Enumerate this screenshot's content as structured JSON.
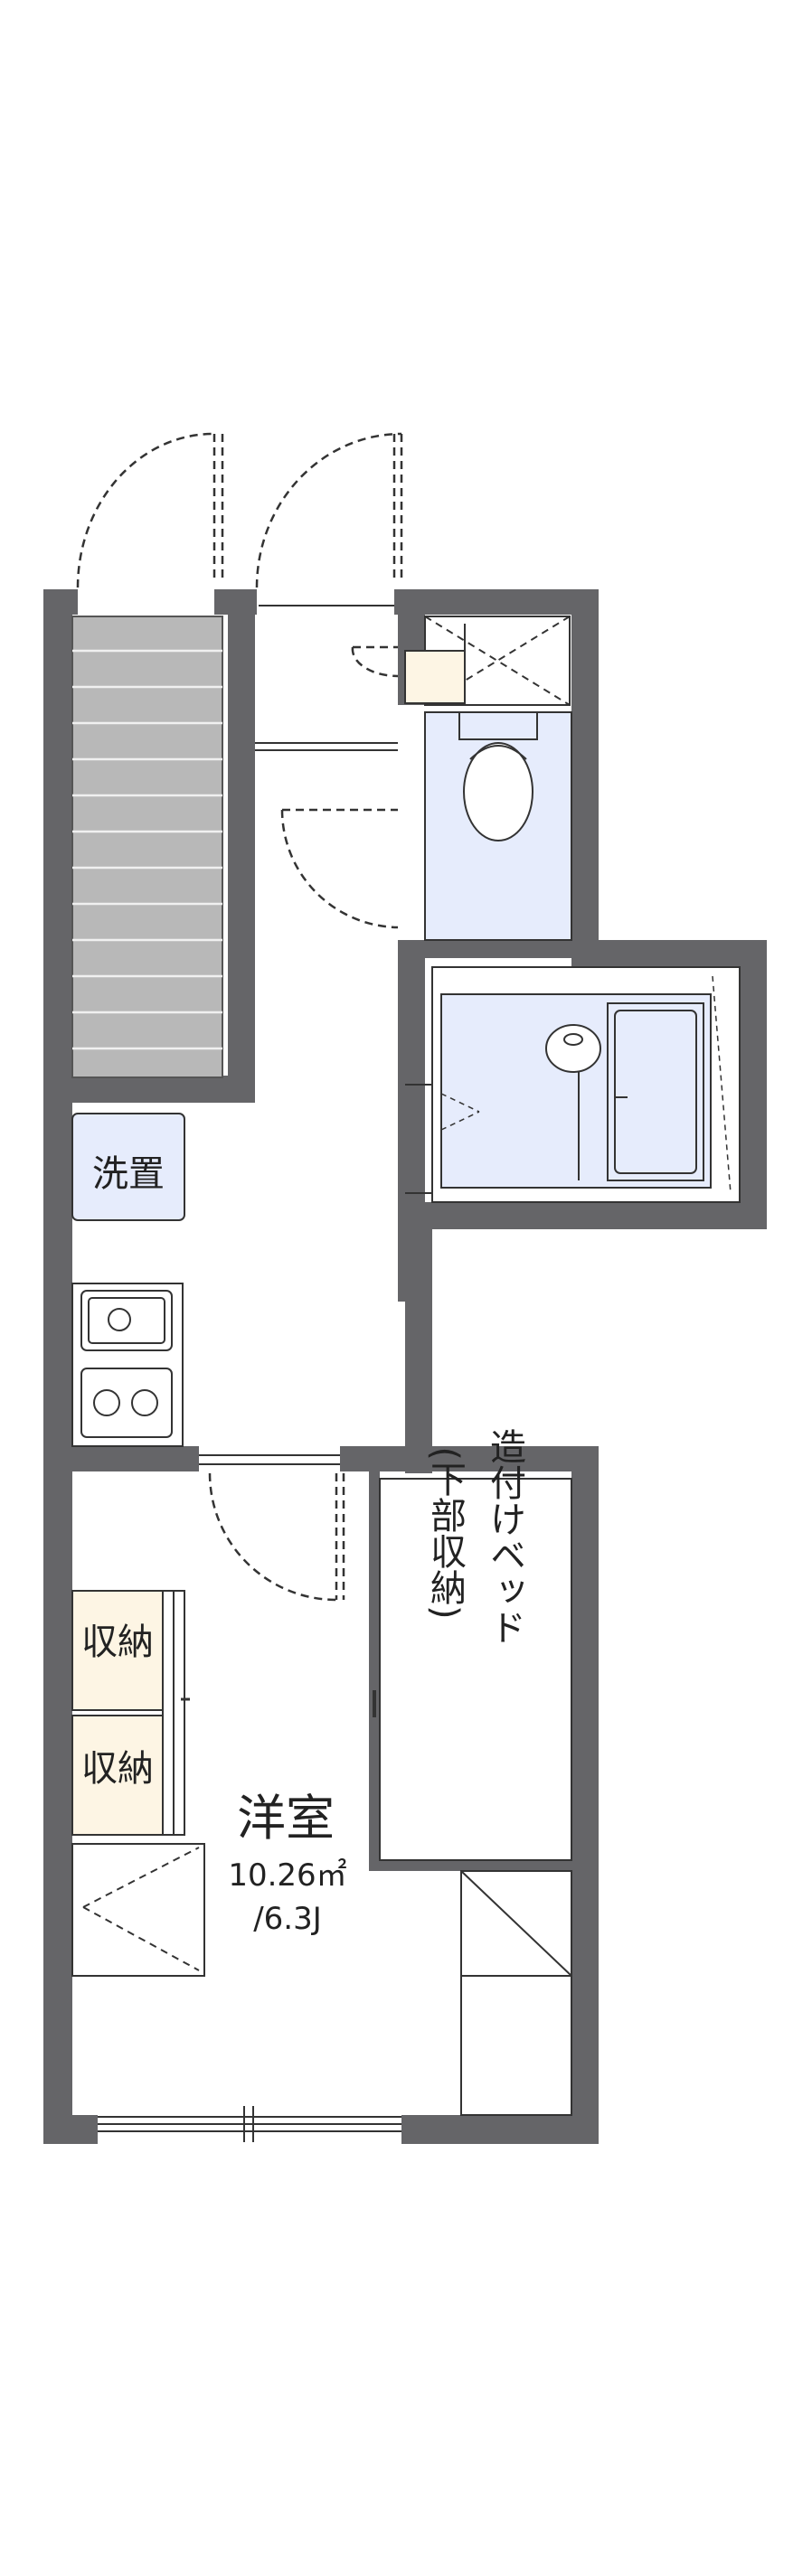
{
  "labels": {
    "senchi": "洗置",
    "storage_1": "収納",
    "storage_2": "収納",
    "bed_1": "造付けベッド",
    "bed_2": "(下部収納)",
    "room_name": "洋室",
    "room_area": "10.26㎡",
    "room_tatami": "/6.3J"
  },
  "colors": {
    "wall": "#656568",
    "stair": "#b8b8b8",
    "wet_area": "#e6ecfc",
    "storage_fill": "#fdf5e4",
    "senchi_fill": "#e6ecfc"
  }
}
